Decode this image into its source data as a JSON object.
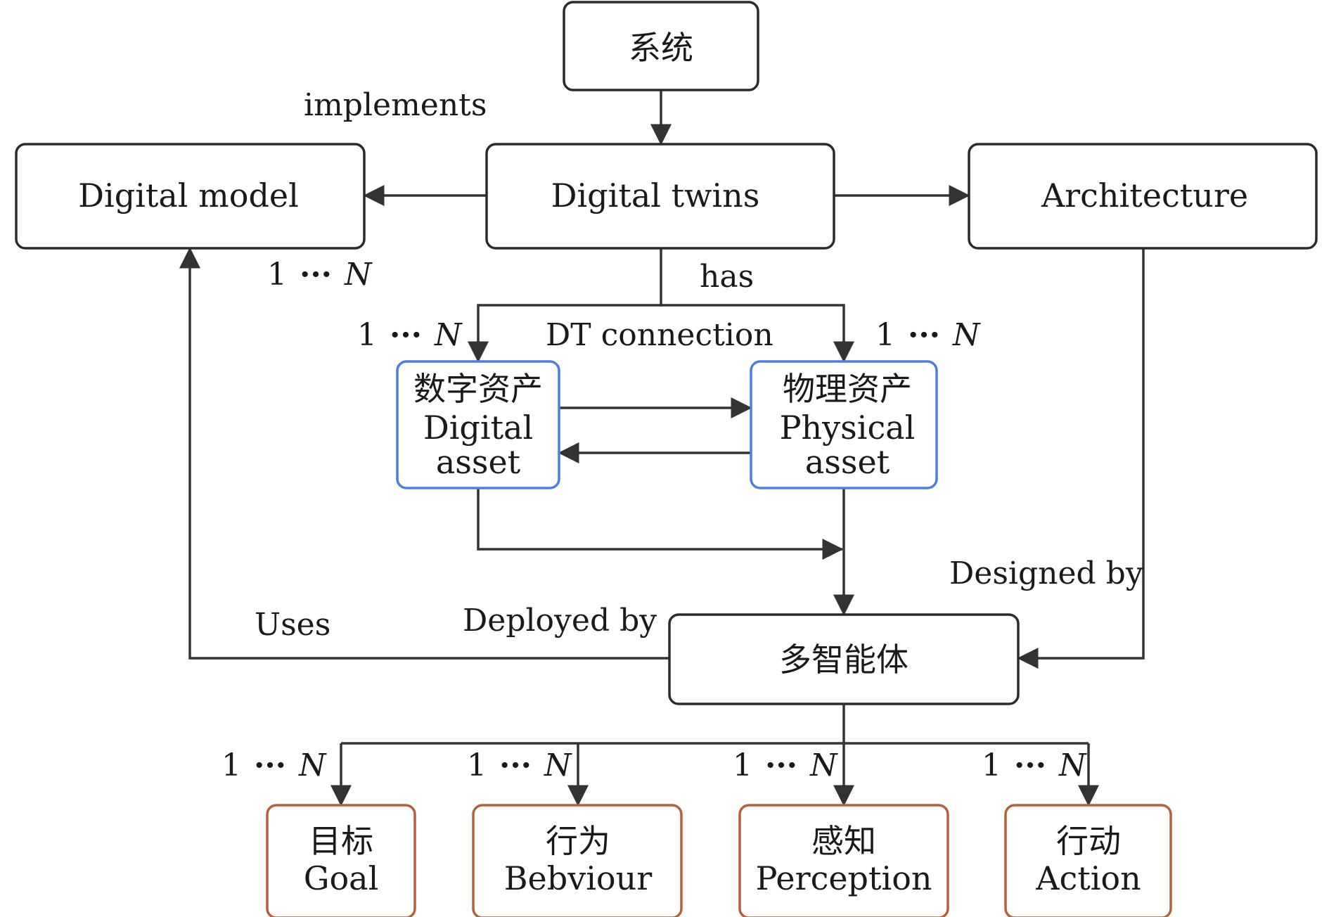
{
  "colors": {
    "line": "#333333",
    "text": "#1a1a1a",
    "node_border": "#2b2b2b",
    "asset_border": "#4a7ee0",
    "component_border": "#b5603a"
  },
  "nodes": {
    "system": {
      "lines": [
        "系统"
      ]
    },
    "digital_twins": {
      "lines": [
        "Digital twins"
      ]
    },
    "digital_model": {
      "lines": [
        "Digital model"
      ]
    },
    "architecture": {
      "lines": [
        "Architecture"
      ]
    },
    "digital_asset": {
      "lines": [
        "数字资产",
        "Digital",
        "asset"
      ]
    },
    "physical_asset": {
      "lines": [
        "物理资产",
        "Physical",
        "asset"
      ]
    },
    "multi_agent": {
      "lines": [
        "多智能体"
      ]
    },
    "goal": {
      "lines": [
        "目标",
        "Goal"
      ]
    },
    "behaviour": {
      "lines": [
        "行为",
        "Bebviour"
      ]
    },
    "perception": {
      "lines": [
        "感知",
        "Perception"
      ]
    },
    "action": {
      "lines": [
        "行动",
        "Action"
      ]
    }
  },
  "labels": {
    "implements": "implements",
    "has": "has",
    "dt_connection": "DT connection",
    "designed_by": "Designed by",
    "deployed_by": "Deployed by",
    "uses": "Uses"
  },
  "multiplicity": {
    "one": "1",
    "dots": "···",
    "n": "N"
  }
}
